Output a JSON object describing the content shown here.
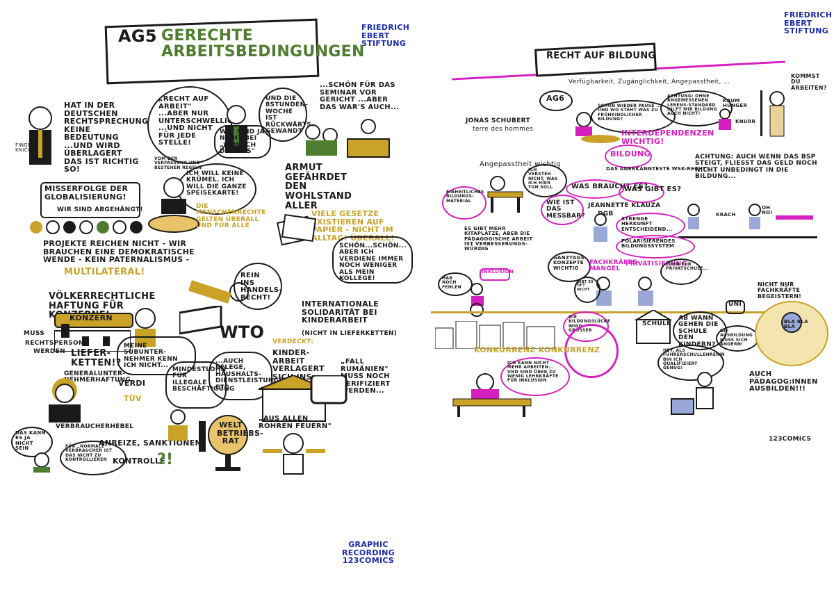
{
  "left": {
    "logo": "FRIEDRICH EBERT STIFTUNG",
    "title_prefix": "AG5",
    "title_main": "GERECHTE ARBEITSBEDINGUNGEN",
    "t_rechtsprechung": "HAT IN DER DEUTSCHEN RECHTSPRECHUNG KEINE BEDEUTUNG ...UND WIRD ÜBERLAGERT DAS IST RICHTIG SO!",
    "t_finger": "FINGER KNICKEN",
    "t_recht_arbeit": "„RECHT AUF ARBEIT\" ...ABER NUR UNTERSCHWELLIG ...UND NICHT FÜR JEDE STELLE!",
    "t_vom_der": "VOM DER VERFASSUNG UND BESTEHEN REGELN",
    "t_wunsch": "WIR SIND JA NICHT BEI „WÜNSCH DIR WAS\"",
    "t_8stunden": "UND DIE 8STUNDEN-WOCHE IST RÜCKWÄRTS-GEWANDT",
    "t_seminar": "...SCHÖN FÜR DAS SEMINAR VOR GERICHT ...ABER DAS WAR'S AUCH...",
    "t_kruemel": "ICH WILL KEINE KRÜMEL. ICH WILL DIE GANZE SPEISEKARTE!",
    "t_menschenrechte": "DIE MENSCHENRECHTE GELTEN ÜBERALL UND FÜR ALLE",
    "t_armut": "ARMUT GEFÄHRDET DEN WOHLSTAND ALLER",
    "t_misserfolge": "MISSERFOLGE DER GLOBALISIERUNG!",
    "t_abgehaengt": "WIR SIND ABGEHÄNGT!",
    "t_gesetze": "VIELE GESETZE EXISTIEREN AUF PAPIER - NICHT IM ALLTAG! ÜBERALL!",
    "t_schoen": "SCHÖN...SCHÖN... ABER ICH VERDIENE IMMER NOCH WENIGER ALS MEIN KOLLEGE!",
    "t_projekte": "PROJEKTE REICHEN NICHT - WIR BRAUCHEN EINE DEMOKRATISCHE WENDE - KEIN PATERNALISMUS -",
    "t_multilateral": "MULTILATERAL!",
    "t_handelsrecht": "REIN INS HANDELS-RECHT!",
    "t_voelker": "VÖLKERRECHTLICHE HAFTUNG FÜR KONZERNE!",
    "t_konzern": "KONZERN",
    "t_muss": "MUSS",
    "t_rechtspersonen": "RECHTSPERSON",
    "t_werden": "WERDEN",
    "t_wto": "WTO",
    "t_solidaritaet": "INTERNATIONALE SOLIDARITÄT BEI KINDERARBEIT",
    "t_lieferketten_sub": "(NICHT IN LIEFERKETTEN)",
    "t_lieferketten": "LIEFER-KETTEN!?",
    "t_generalunter": "GENERALUNTER-NEHMERHAFTUNG",
    "t_subunter": "MEINE SUBUNTER-NEHMER KENN ICH NICHT...",
    "t_verdi": "VERDI",
    "t_tuev": "TÜV",
    "t_mindestlohn": "MINDESTLOHN FÜR ILLEGALE BESCHÄFTIGUNG",
    "t_pflege": "...AUCH PFLEGE, HAUSHALTS-DIENSTLEISTUNGEN ETC.",
    "t_verdeckt": "VERDECKT:",
    "t_kinderarbeit": "KINDER-ARBEIT VERLAGERT SICH INS HÄUSLICHE",
    "t_rumaenien": "„FALL RUMÄNIEN\" MUSS NOCH VERIFIZIERT WERDEN...",
    "t_verbraucher": "VERBRAUCHERHEBEL",
    "t_das_kann": "DAS KANN ES JA NICHT SEIN",
    "t_fuer_normale": "FÜR „NORMALE\" VERBRAUCHER IST DAS NICHT ZU KONTROLLIEREN",
    "t_anreize": "ANREIZE, SANKTIONEN",
    "t_kontrolle": "KONTROLLE",
    "t_kontrolle_marks": "?!",
    "t_betriebsrat": "WELT BETRIEBS-RAT",
    "t_rohren": "„AUS ALLEN ROHREN FEUERN\""
  },
  "right": {
    "logo": "FRIEDRICH EBERT STIFTUNG",
    "title": "RECHT AUF BILDUNG",
    "t_verfuegbar": "Verfügbarkeit, Zugänglichkeit, Angepasstheit, ...",
    "t_ag6": "AG6",
    "t_kommst": "KOMMST DU ARBEITEN?",
    "t_schon_wieder": "SCHON WIEDER PAUSE ... UND WO STEHT WAS ZU FRÜHKINDLICHER BILDUNG?",
    "t_achtung_ohne": "ACHTUNG: OHNE ANGEMESSENEN LEBENS-STANDARD HILFT MIR BILDUNG AUCH NICHT!",
    "t_kaum_hunger": "KAUM HUNGER",
    "t_knurr": "KNURR",
    "t_jonas": "JONAS SCHUBERT",
    "t_terre": "terre des hommes",
    "t_interdependenzen": "INTERDEPENDENZEN WICHTIG!",
    "t_bildung": "BILDUNG",
    "t_anerkannt": "DAS ANERKANNTESTE WSK-RECHT!",
    "t_achtung_bsp": "ACHTUNG: AUCH WENN DAS BSP STEIGT, FLIEßT DAS GELD NOCH NICHT UNBEDINGT IN DIE BILDUNG...",
    "t_angepasstheit": "Angepasstheit wichtig",
    "t_verstehen": "ICH VERSTEH NICHT, WAS ICH HIER TUN SOLL",
    "t_material": "EINHEITLICHES BILDUNGS-MATERIAL",
    "t_was_brauchst": "WAS BRAUCHT ES?",
    "t_jeannette": "JEANNETTE KLAUZA",
    "t_dgb": "DGB",
    "t_messbar": "WIE IST DAS MESSBAR?",
    "t_was_gibt": "WAS GIBT ES?",
    "t_oh_no": "OH NO!",
    "t_krach": "KRACH",
    "t_strenge": "STRENGE HERKUNFT ENTSCHEIDEND...",
    "t_polarisierendes": "POLARISIERENDES BILDUNGSSYSTEM",
    "t_kitaplaetze": "ES GIBT MEHR KITAPLÄTZE, ABER DIE PÄDAGOGISCHE ARBEIT IST VERBESSERUNGS-WÜRDIG",
    "t_ganztags": "GANZTAGS-KONZEPTE WICHTIG",
    "t_fachkraefte": "FACHKRÄFTE-MANGEL",
    "t_privatisierung": "PRIVATISIERUNG",
    "t_hab_noch": "HAB NOCH FEHLEN",
    "t_inklusion": "INKLUSION",
    "t_gibt_es": "GIBT ES OFT NICHT",
    "t_lohn": "LOHN FÜR PRIVATSCHULE...",
    "t_bildungsluecke": "DIE BILDUNGSLÜCKE WIRD GRÖßER",
    "t_schule": "SCHULE",
    "t_ab_wann": "AB WANN GEHEN DIE SCHULE DEN KINDERN?",
    "t_uni": "UNI",
    "t_ausbildung": "DIE AUSBILDUNG MUSS SICH ÄNDERN!",
    "t_konkurrenz": "KONKURRENZ KONKURRENZ",
    "t_wenig_kraefte": "ICH KANN NICHT MEHR ARBEITEN... UND SIND ÜBER ZU WENIG LEHRKRÄFTE FÜR INKLUSION",
    "t_lehrerin": "HEY, ALS FÜHRERSCHULLEHRERIN BIN ICH QUALIFIZIERT GENUG!",
    "t_nicht_fachkraefte": "NICHT NUR FACHKRÄFTE BEGEISTERN!",
    "t_bla": "BLA BLA BLA",
    "t_paedagogen": "AUCH PÄDAGOG:INNEN AUSBILDEN!!!",
    "t_signature": "123COMICS"
  },
  "footer": "GRAPHIC RECORDING 123COMICS",
  "colors": {
    "ink": "#1a1a1a",
    "gold": "#c9a227",
    "green": "#4e7d2f",
    "pink": "#d61fbf",
    "blue": "#1b2aa8"
  }
}
